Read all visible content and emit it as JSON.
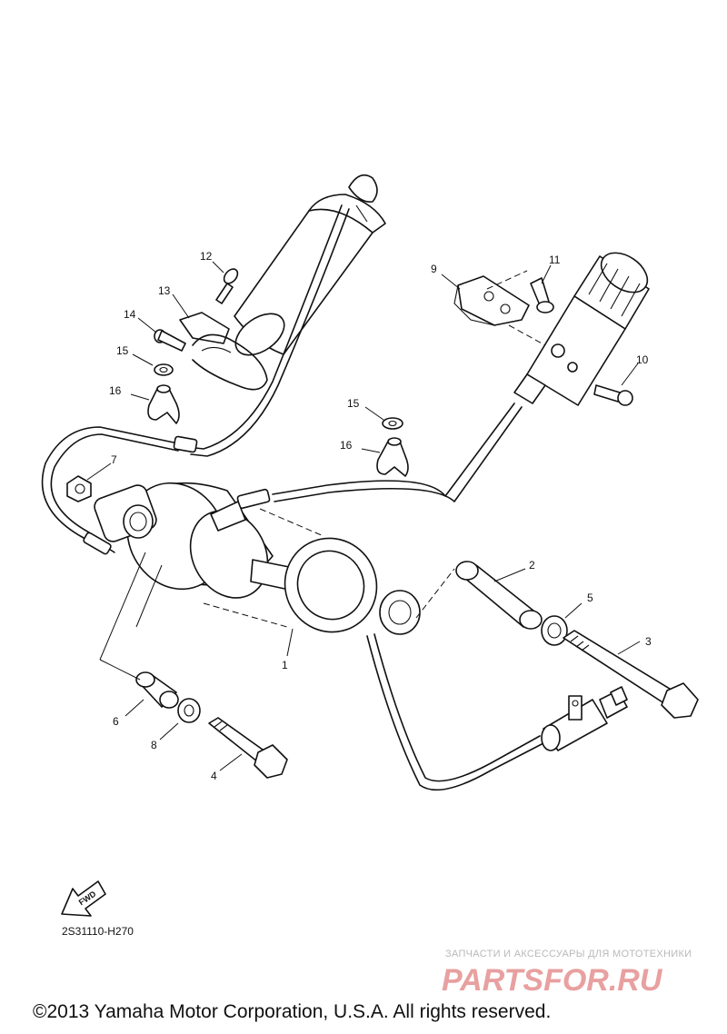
{
  "diagram": {
    "callouts": [
      {
        "id": "c1",
        "text": "1"
      },
      {
        "id": "c2",
        "text": "2"
      },
      {
        "id": "c3",
        "text": "3"
      },
      {
        "id": "c4",
        "text": "4"
      },
      {
        "id": "c5",
        "text": "5"
      },
      {
        "id": "c6",
        "text": "6"
      },
      {
        "id": "c7",
        "text": "7"
      },
      {
        "id": "c8",
        "text": "8"
      },
      {
        "id": "c9",
        "text": "9"
      },
      {
        "id": "c10",
        "text": "10"
      },
      {
        "id": "c11",
        "text": "11"
      },
      {
        "id": "c12",
        "text": "12"
      },
      {
        "id": "c13",
        "text": "13"
      },
      {
        "id": "c14",
        "text": "14"
      },
      {
        "id": "c15a",
        "text": "15"
      },
      {
        "id": "c15b",
        "text": "15"
      },
      {
        "id": "c16a",
        "text": "16"
      },
      {
        "id": "c16b",
        "text": "16"
      }
    ],
    "fwd_label": "FWD",
    "diagram_code": "2S31110-H270"
  },
  "watermark": {
    "tagline": "ЗАПЧАСТИ И АКСЕССУАРЫ ДЛЯ МОТОТЕХНИКИ",
    "logo_text": "PARTSFOR.RU",
    "color": "#e8a0a0"
  },
  "footer": {
    "copyright": "©2013 Yamaha Motor Corporation, U.S.A. All rights reserved."
  }
}
